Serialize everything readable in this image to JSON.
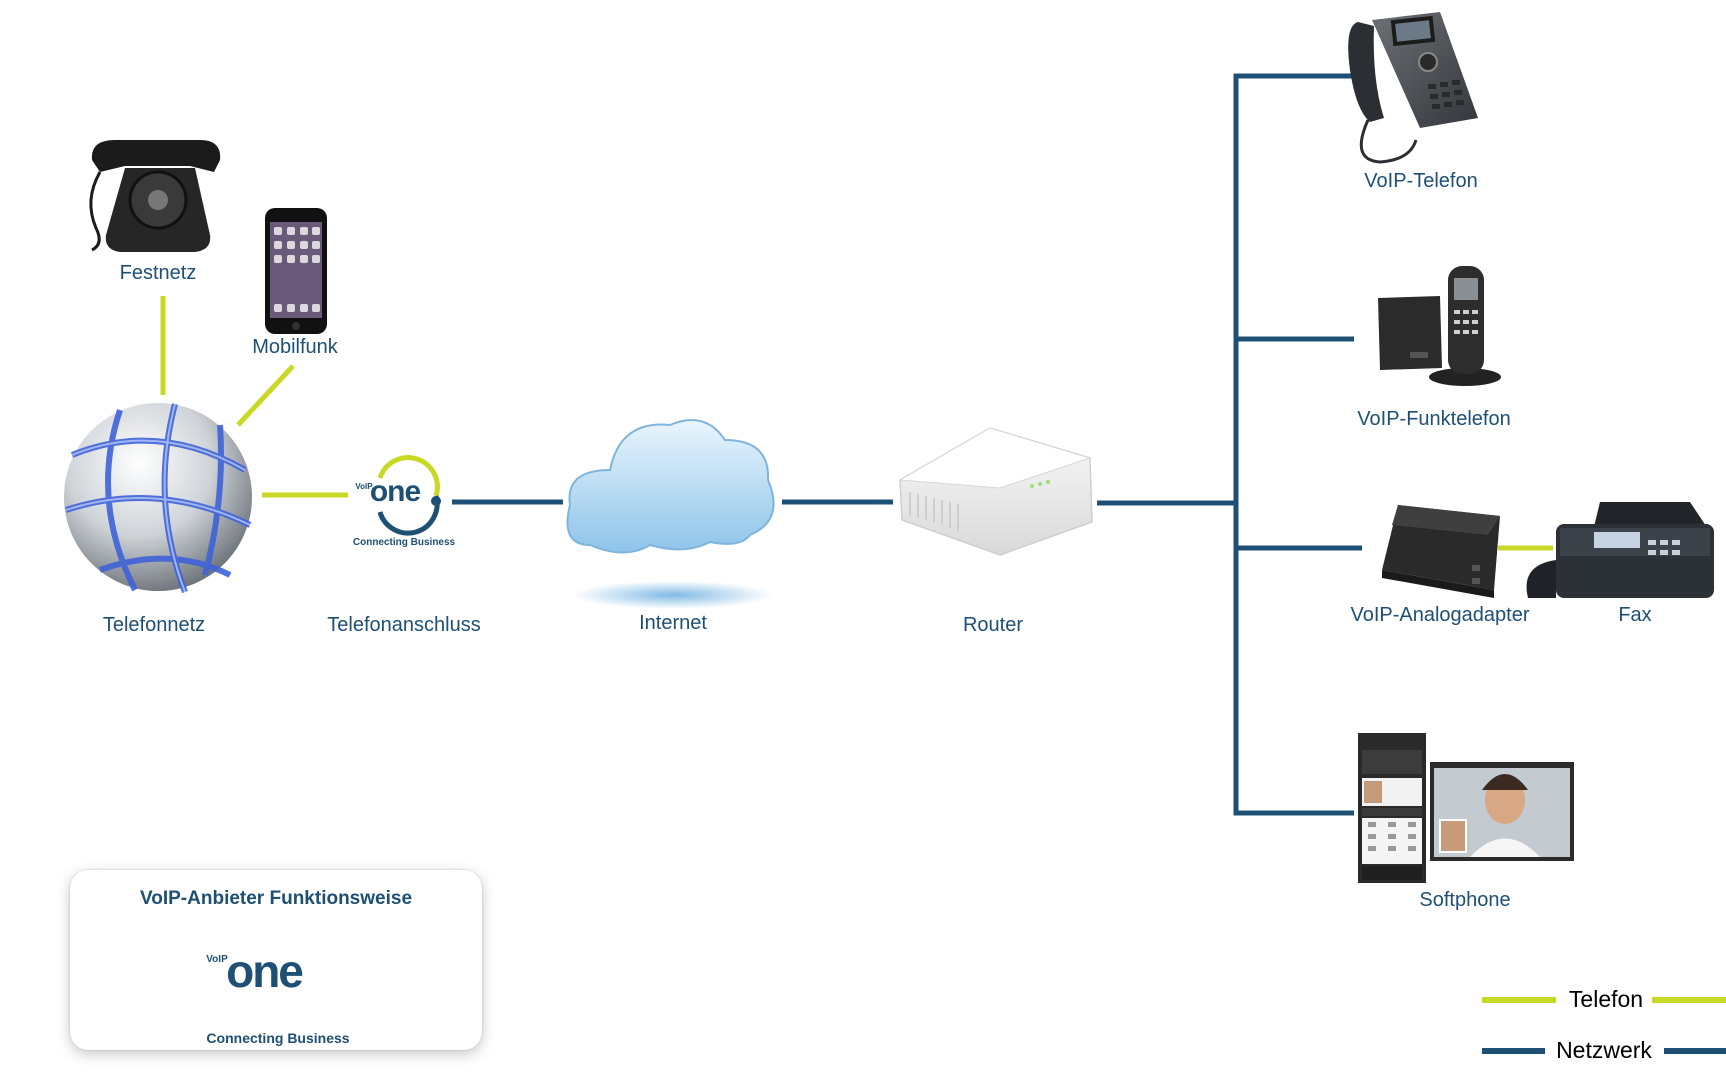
{
  "nodes": {
    "festnetz": "Festnetz",
    "mobilfunk": "Mobilfunk",
    "telefonnetz": "Telefonnetz",
    "telefonanschluss": "Telefonanschluss",
    "internet": "Internet",
    "router": "Router",
    "voip_telefon": "VoIP-Telefon",
    "voip_funktelefon": "VoIP-Funktelefon",
    "voip_analogadapter": "VoIP-Analogadapter",
    "fax": "Fax",
    "softphone": "Softphone"
  },
  "brand": {
    "prefix": "VoIP",
    "name": "one",
    "tagline": "Connecting Business"
  },
  "info_card": {
    "title": "VoIP-Anbieter Funktionsweise"
  },
  "legend": {
    "telefon": "Telefon",
    "netzwerk": "Netzwerk"
  },
  "colors": {
    "telefon_line": "#c9d825",
    "netzwerk_line": "#1e4f74",
    "label_text": "#1e4f74"
  },
  "icons": {
    "festnetz": "rotary-phone-icon",
    "mobilfunk": "smartphone-icon",
    "telefonnetz": "globe-icon",
    "internet": "cloud-icon",
    "router": "router-icon",
    "voip_telefon": "desk-phone-icon",
    "voip_funktelefon": "cordless-phone-icon",
    "voip_analogadapter": "adapter-icon",
    "fax": "fax-icon",
    "softphone": "softphone-icon"
  }
}
